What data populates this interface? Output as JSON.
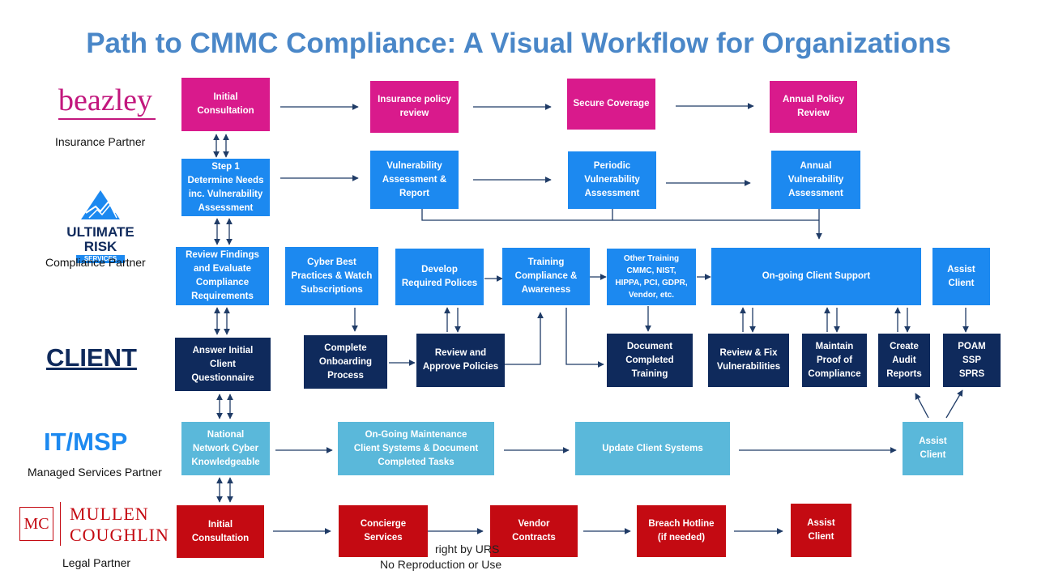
{
  "title": "Path to CMMC Compliance: A Visual Workflow for Organizations",
  "partners": {
    "insurance": {
      "logo_text": "beazley",
      "label": "Insurance Partner"
    },
    "compliance": {
      "logo_line1": "ULTIMATE RISK",
      "logo_line2": "SERVICES",
      "label": "Compliance Partner"
    },
    "client": {
      "name": "CLIENT"
    },
    "itmsp": {
      "name": "IT/MSP",
      "label": "Managed Services Partner"
    },
    "legal": {
      "logo_line1": "MULLEN",
      "logo_line2": "COUGHLIN",
      "logo_monogram": "MC",
      "label": "Legal Partner"
    }
  },
  "boxes": {
    "ins_consult": "Initial\nConsultation",
    "ins_policy_review": "Insurance policy\nreview",
    "ins_secure": "Secure Coverage",
    "ins_annual": "Annual Policy\nReview",
    "cmp_step1": "Step 1\nDetermine Needs\ninc. Vulnerability\nAssessment",
    "cmp_vuln": "Vulnerability\nAssessment  &\nReport",
    "cmp_periodic": "Periodic\nVulnerability\nAssessment",
    "cmp_annual_vuln": "Annual\nVulnerability\nAssessment",
    "cmp_review_findings": "Review Findings\nand Evaluate\nCompliance\nRequirements",
    "cmp_cyber": "Cyber Best\nPractices & Watch\nSubscriptions",
    "cmp_policies": "Develop\nRequired  Polices",
    "cmp_training": "Training\nCompliance &\nAwareness",
    "cmp_other_training": "Other Training\nCMMC, NIST,\nHIPPA, PCI, GDPR,\nVendor, etc.",
    "cmp_support": "On-going Client Support",
    "cmp_assist": "Assist\nClient",
    "cli_answer": "Answer Initial\nClient\nQuestionnaire",
    "cli_onboarding": "Complete\nOnboarding\nProcess",
    "cli_review_policies": "Review and\nApprove Policies",
    "cli_doc_training": "Document\nCompleted\nTraining",
    "cli_fix": "Review & Fix\nVulnerabilities",
    "cli_proof": "Maintain\nProof of\nCompliance",
    "cli_audit": "Create\nAudit\nReports",
    "cli_poam": "POAM\nSSP\nSPRS",
    "it_national": "National\nNetwork Cyber\nKnowledgeable",
    "it_maintenance": "On-Going Maintenance\nClient Systems & Document\nCompleted Tasks",
    "it_update": "Update Client Systems",
    "it_assist": "Assist\nClient",
    "leg_consult": "Initial\nConsultation",
    "leg_concierge": "Concierge\nServices",
    "leg_vendor": "Vendor\nContracts",
    "leg_breach": "Breach Hotline\n(if needed)",
    "leg_assist": "Assist\nClient"
  },
  "copyright": {
    "line1": "right by URS",
    "line2": "No Reproduction or Use"
  },
  "colors": {
    "title": "#4a87c8",
    "insurance": "#d91a8c",
    "compliance": "#1c89f0",
    "client": "#0f2a5c",
    "itmsp": "#5ab8da",
    "legal": "#c40a12",
    "arrow": "#1f3b66"
  }
}
